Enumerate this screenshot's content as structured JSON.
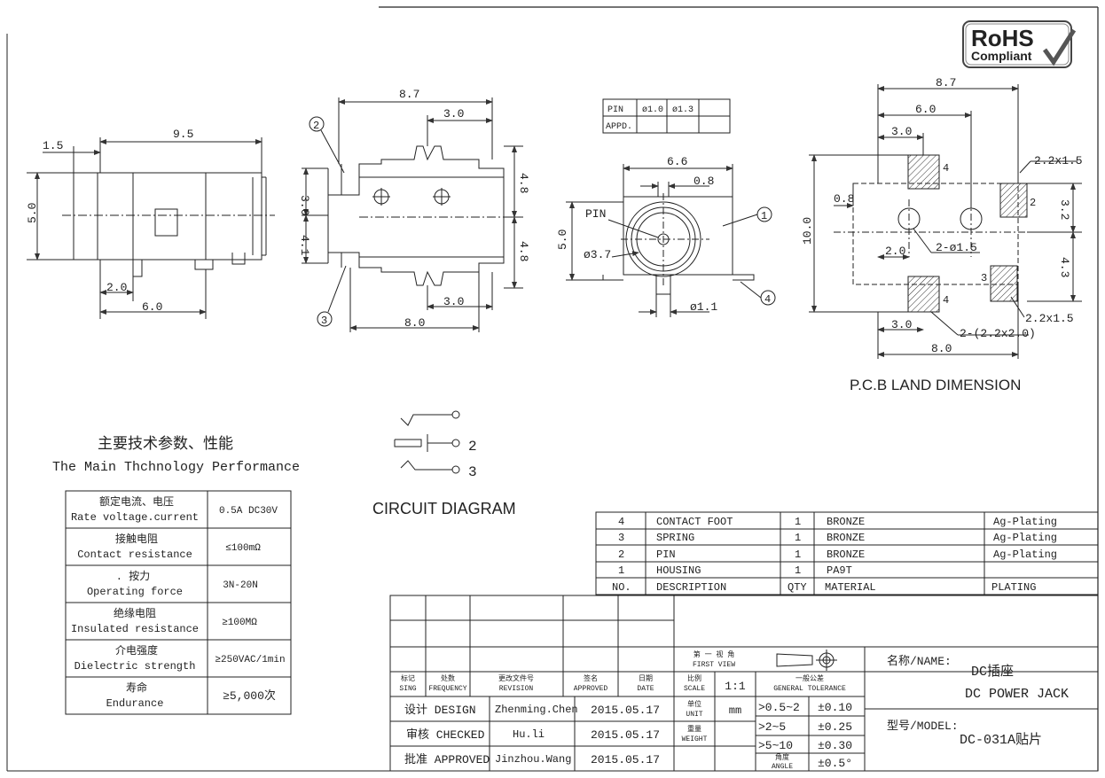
{
  "rohs": {
    "line1": "RoHS",
    "line2": "Compliant"
  },
  "side_view": {
    "d_top_small": "1.5",
    "d_top": "9.5",
    "d_left": "5.0",
    "d_bottom_small": "2.0",
    "d_bottom": "6.0"
  },
  "top_view": {
    "d_top": "8.7",
    "d_top_inner": "3.0",
    "d_left_upper": "3.0",
    "d_left_lower": "4.1",
    "d_right_upper": "4.8",
    "d_right_lower": "4.8",
    "d_bottom_inner": "3.0",
    "d_bottom": "8.0",
    "callout_2": "2",
    "callout_3": "3"
  },
  "appd_table": {
    "r1": [
      "PIN",
      "ø1.0",
      "ø1.3",
      ""
    ],
    "r2": [
      "APPD.",
      "",
      "",
      ""
    ]
  },
  "front_view": {
    "d_width": "6.6",
    "d_offset": "0.8",
    "d_height": "5.0",
    "pin_label": "PIN",
    "d_hole": "ø3.7",
    "d_pin": "ø1.1",
    "callout_1": "1",
    "callout_4": "4"
  },
  "pcb": {
    "d_8_7": "8.7",
    "d_6_0": "6.0",
    "d_3_0_top": "3.0",
    "d_2_2x1_5_top": "2.2x1.5",
    "d_0_8": "0.8",
    "d_10_0": "10.0",
    "d_3_2": "3.2",
    "d_4_3": "4.3",
    "d_2_0": "2.0",
    "d_holes": "2-ø1.5",
    "d_3_0_bot": "3.0",
    "d_pads": "2-(2.2x2.0)",
    "d_2_2x1_5_bot": "2.2x1.5",
    "d_8_0": "8.0",
    "pad_4_top": "4",
    "pad_2": "2",
    "pad_3": "3",
    "pad_4_bot": "4",
    "title": "P.C.B LAND DIMENSION"
  },
  "circuit": {
    "label_2": "2",
    "label_3": "3",
    "title": "CIRCUIT DIAGRAM"
  },
  "specs": {
    "title_cn": "主要技术参数、性能",
    "title_en": "The Main Thchnology Performance",
    "rows": [
      {
        "cn": "额定电流、电压",
        "en": "Rate voltage.current",
        "val": "0.5A DC30V"
      },
      {
        "cn": "接触电阻",
        "en": "Contact resistance",
        "val": "≤100mΩ"
      },
      {
        "cn": ". 按力",
        "en": "Operating force",
        "val": "3N-20N"
      },
      {
        "cn": "绝缘电阻",
        "en": "Insulated resistance",
        "val": "≥100MΩ"
      },
      {
        "cn": "介电强度",
        "en": "Dielectric strength",
        "val": "≥250VAC/1min"
      },
      {
        "cn": "寿命",
        "en": "Endurance",
        "val": "≥5,000次"
      }
    ]
  },
  "bom": {
    "rows": [
      {
        "no": "4",
        "desc": "CONTACT FOOT",
        "qty": "1",
        "mat": "BRONZE",
        "plat": "Ag-Plating"
      },
      {
        "no": "3",
        "desc": "SPRING",
        "qty": "1",
        "mat": "BRONZE",
        "plat": "Ag-Plating"
      },
      {
        "no": "2",
        "desc": "PIN",
        "qty": "1",
        "mat": "BRONZE",
        "plat": "Ag-Plating"
      },
      {
        "no": "1",
        "desc": "HOUSING",
        "qty": "1",
        "mat": "PA9T",
        "plat": ""
      }
    ],
    "header": {
      "no": "NO.",
      "desc": "DESCRIPTION",
      "qty": "QTY",
      "mat": "MATERIAL",
      "plat": "PLATING"
    }
  },
  "title_block": {
    "hdr": {
      "sign_cn": "标记",
      "sign_en": "SING",
      "freq_cn": "处数",
      "freq_en": "FREQUENCY",
      "rev_cn": "更改文件号",
      "rev_en": "REVISION",
      "appr_cn": "签名",
      "appr_en": "APPROVED",
      "date_cn": "日期",
      "date_en": "DATE"
    },
    "design_lbl": "设计 DESIGN",
    "design_name": "Zhenming.Chen",
    "design_date": "2015.05.17",
    "check_lbl": "审核 CHECKED",
    "check_name": "Hu.li",
    "check_date": "2015.05.17",
    "appr_lbl": "批准 APPROVED",
    "appr_name": "Jinzhou.Wang",
    "appr_date": "2015.05.17",
    "view_cn": "第 一 视 角",
    "view_en": "FIRST VIEW",
    "scale_cn": "比例",
    "scale_en": "SCALE",
    "scale_val": "1:1",
    "tol_cn": "一般公差",
    "tol_en": "GENERAL TOLERANCE",
    "unit_cn": "单位",
    "unit_en": "UNIT",
    "unit_val": "mm",
    "weight_cn": "重量",
    "weight_en": "WEIGHT",
    "angle_cn": "角度",
    "angle_en": "ANGLE",
    "tol_rows": [
      {
        "range": ">0.5~2",
        "val": "±0.10"
      },
      {
        "range": ">2~5",
        "val": "±0.25"
      },
      {
        "range": ">5~10",
        "val": "±0.30"
      },
      {
        "range": "",
        "val": "±0.5°"
      }
    ],
    "name_lbl": "名称/NAME:",
    "name_cn": "DC插座",
    "name_en": "DC POWER JACK",
    "model_lbl": "型号/MODEL:",
    "model_val": "DC-031A贴片"
  }
}
